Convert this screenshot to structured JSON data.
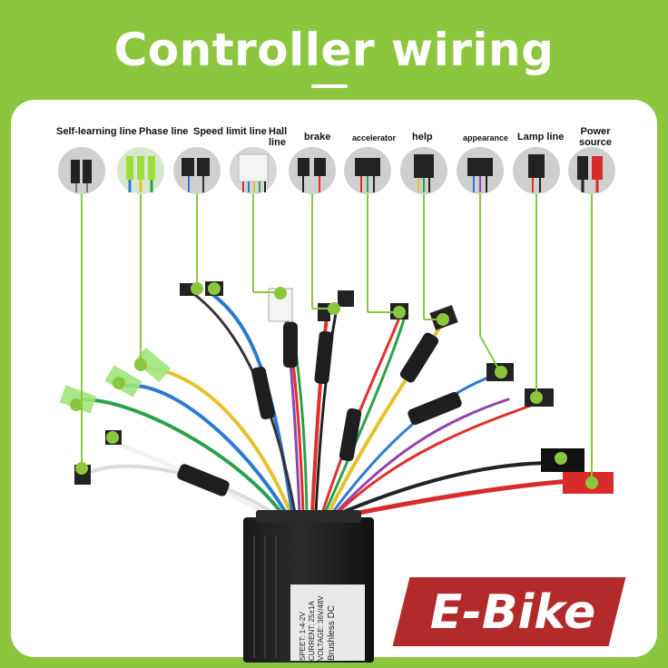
{
  "title": "Controller wiring",
  "connectors": [
    {
      "label": "Self-learning line",
      "icon": "two-pin-connector-icon"
    },
    {
      "label": "Phase line",
      "icon": "bullet-connector-icon"
    },
    {
      "label": "Speed limit line",
      "icon": "two-pin-connector-icon"
    },
    {
      "label": "Hall line",
      "icon": "six-pin-white-connector-icon"
    },
    {
      "label": "brake",
      "icon": "two-pin-connector-icon"
    },
    {
      "label": "accelerator",
      "icon": "three-pin-connector-icon"
    },
    {
      "label": "help",
      "icon": "three-pin-connector-icon"
    },
    {
      "label": "appearance",
      "icon": "three-pin-connector-icon"
    },
    {
      "label": "Lamp line",
      "icon": "three-pin-connector-icon"
    },
    {
      "label": "Power source",
      "icon": "red-power-connector-icon"
    }
  ],
  "colors": {
    "background": "#8cc63f",
    "panel": "#ffffff",
    "callout_line": "#8cc63f",
    "logo_bg": "#b22a2a"
  },
  "controller_label": [
    "Brushless DC",
    "VOLTAGE: 36V/48V",
    "CURRENT: 25±1A",
    "SPEET: 1-4-2V"
  ],
  "logo": "E-Bike"
}
